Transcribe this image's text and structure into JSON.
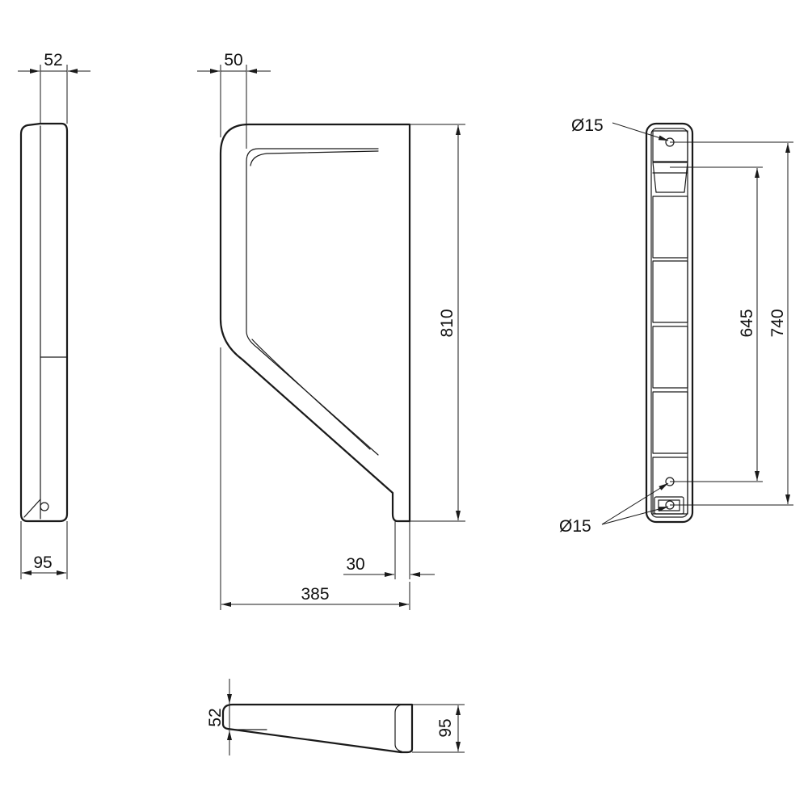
{
  "dimensions": {
    "side_top_width": "52",
    "side_bottom_depth": "95",
    "front_wall_thickness": "50",
    "front_height": "810",
    "front_bottom_lip": "30",
    "front_width": "385",
    "back_hole_top": "Ø15",
    "back_hole_bottom": "Ø15",
    "back_inner_spacing": "645",
    "back_outer_spacing": "740",
    "plan_small": "52",
    "plan_large": "95"
  }
}
